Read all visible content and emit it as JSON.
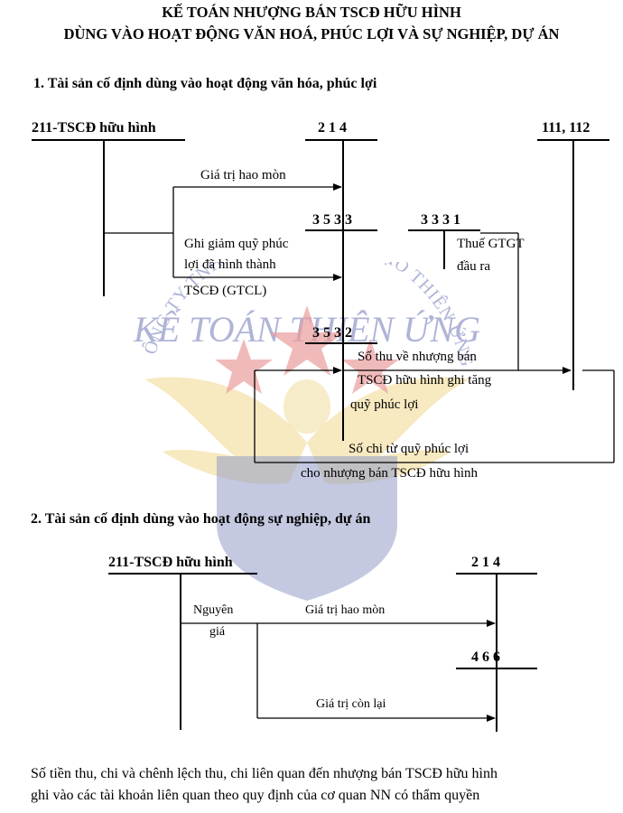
{
  "title": {
    "line1": "KẾ TOÁN NHƯỢNG BÁN TSCĐ HỮU HÌNH",
    "line2": "DÙNG VÀO HOẠT ĐỘNG VĂN HOÁ, PHÚC LỢI VÀ SỰ NGHIỆP, DỰ ÁN"
  },
  "section1": {
    "heading": "1. Tài sản cố định dùng vào hoạt động văn hóa, phúc lợi",
    "accounts": {
      "a211": "211-TSCĐ hữu hình",
      "a214": "2 1 4",
      "a111": "111, 112",
      "a3533": "3 5 3 3",
      "a3331": "3 3 3 1",
      "a3532": "3 5 3 2"
    },
    "labels": {
      "hao_mon": "Giá trị hao mòn",
      "ghi_giam_1": "Ghi giảm quỹ phúc",
      "ghi_giam_2": "lợi đã hình thành",
      "ghi_giam_3": "TSCĐ (GTCL)",
      "thue_1": "Thuế GTGT",
      "thue_2": "đầu ra",
      "so_thu_1": "Số thu về nhượng bán",
      "so_thu_2": "TSCĐ hữu hình ghi tăng",
      "so_thu_3": "quỹ phúc lợi",
      "so_chi_1": "Số chi từ quỹ phúc lợi",
      "so_chi_2": "cho nhượng bán TSCĐ hữu hình"
    }
  },
  "section2": {
    "heading": "2. Tài sản cố định dùng vào hoạt động sự nghiệp, dự án",
    "accounts": {
      "a211": "211-TSCĐ hữu hình",
      "a214": "2 1 4",
      "a466": "4 6 6"
    },
    "labels": {
      "nguyen_gia_1": "Nguyên",
      "nguyen_gia_2": "giá",
      "hao_mon": "Giá trị hao mòn",
      "con_lai": "Giá trị còn lại"
    }
  },
  "footer": {
    "line1": "Số tiền thu, chi và chênh lệch thu, chi liên quan đến nhượng bán TSCĐ hữu hình",
    "line2": "ghi vào các tài khoản liên quan theo quy định của cơ quan NN có thẩm quyền"
  },
  "watermark": {
    "arc_text": "CÔNG TY TNHH DỊCH VỤ ĐÀO TẠO THIÊN ỨNG",
    "brand_text": "KẾ TOÁN THIÊN ỨNG",
    "colors": {
      "text": "#6f78b8",
      "star": "#d94a4a",
      "shield": "#3d4f9c",
      "wing": "#e8c45a"
    }
  }
}
